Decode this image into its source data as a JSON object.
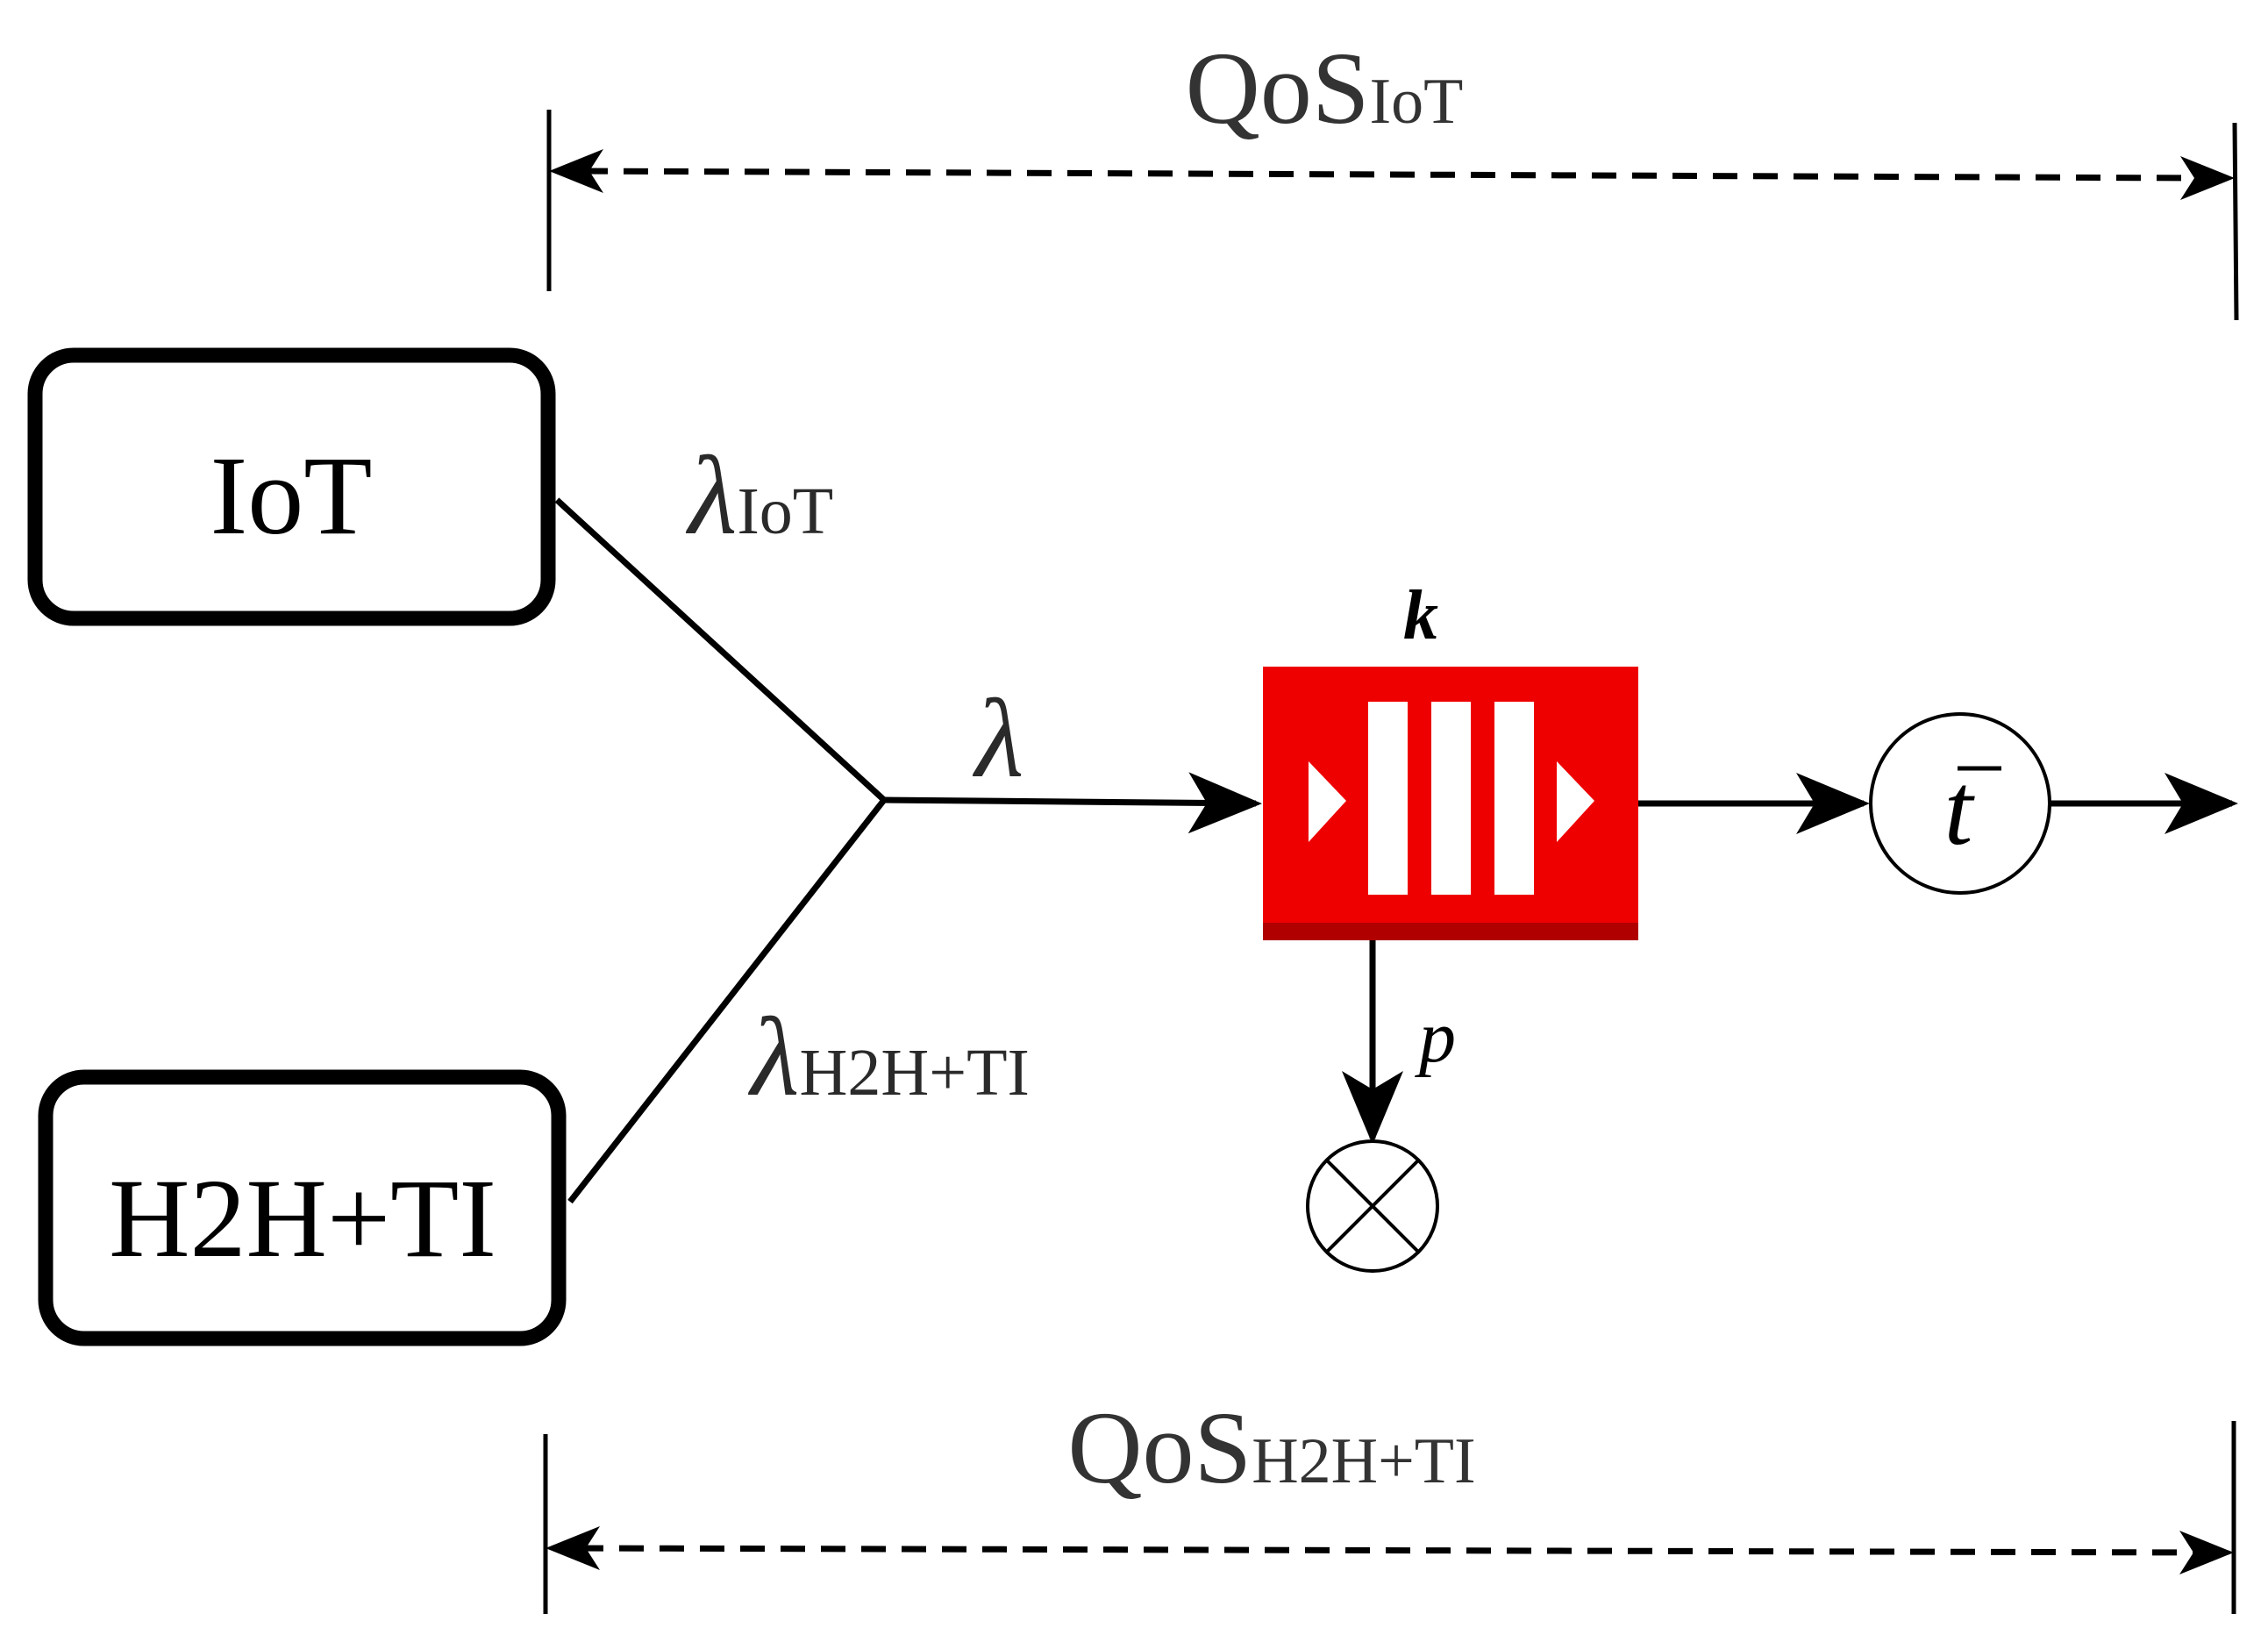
{
  "diagram": {
    "qos_top": {
      "main": "QoS",
      "sub": "IoT"
    },
    "qos_bottom": {
      "main": "QoS",
      "sub": "H2H+TI"
    },
    "source_iot": "IoT",
    "source_h2h": "H2H+TI",
    "lambda_iot": {
      "symbol": "λ",
      "sub": "IoT"
    },
    "lambda_h2h": {
      "symbol": "λ",
      "sub": "H2H+TI"
    },
    "lambda_total": "λ",
    "queue_capacity": "k",
    "drop_probability": "p",
    "service_time": "t",
    "queue_color": "#ee0000",
    "queue_shadow_color": "#b00000"
  }
}
